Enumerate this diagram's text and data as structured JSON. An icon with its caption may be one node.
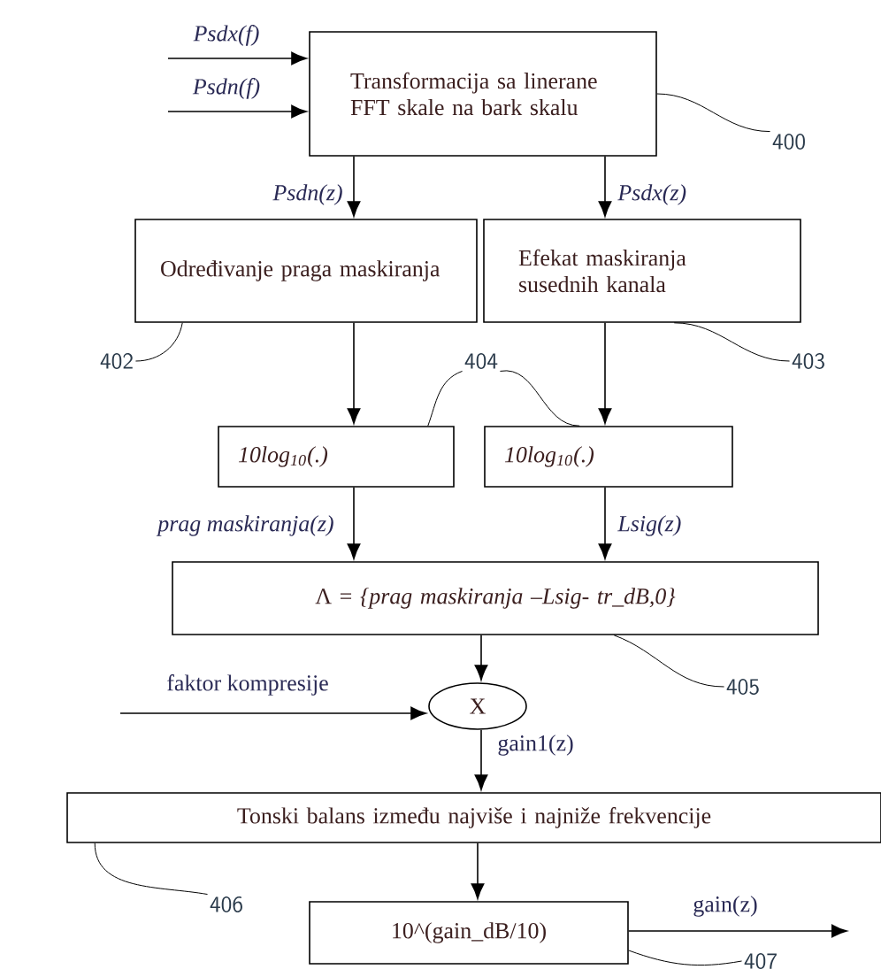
{
  "diagram": {
    "nodes": [
      {
        "text": [
          "Transformacija sa linerane FFT skale na bark skalu"
        ]
      },
      {
        "text": [
          "Određivanje praga maskiranja"
        ]
      },
      {
        "text": [
          "Efekat maskiranja susednih kanala"
        ]
      },
      {
        "text": [
          "10log$_{10}$(.)"
        ]
      },
      {
        "text": [
          "10log$_{10}$(.)"
        ]
      },
      {
        "text": [
          "Λ = *{prag maskiranja –Lsig- tr_dB,0}*"
        ]
      },
      {
        "text": [
          "X"
        ]
      },
      {
        "text": [
          "Tonski balans između najviše i najniže frekvencije"
        ]
      },
      {
        "text": [
          "10^(gain_dB/10)"
        ]
      },
      {
        "text": [
          "400"
        ]
      },
      {
        "text": [
          "402"
        ]
      },
      {
        "text": [
          "403"
        ]
      },
      {
        "text": [
          "404"
        ]
      },
      {
        "text": [
          "405"
        ]
      },
      {
        "text": [
          "406"
        ]
      },
      {
        "text": [
          "407"
        ]
      }
    ],
    "edges": [
      {
        "from": null,
        "to": 0,
        "arrow": "to",
        "label": "Psdx(f)"
      },
      {
        "from": null,
        "to": 0,
        "arrow": "to",
        "label": "Psdn(f)"
      },
      {
        "from": 0,
        "to": 1,
        "arrow": "to",
        "label": "Psdn(z)"
      },
      {
        "from": 0,
        "to": 2,
        "arrow": "to",
        "label": "Psdx(z)"
      },
      {
        "from": 1,
        "to": 3,
        "arrow": "to"
      },
      {
        "from": 2,
        "to": 4,
        "arrow": "to"
      },
      {
        "from": 3,
        "to": 5,
        "arrow": "to",
        "label": "prag maskiranja(z)"
      },
      {
        "from": 4,
        "to": 5,
        "arrow": "to",
        "label": "Lsig(z)"
      },
      {
        "from": 5,
        "to": 6,
        "arrow": "to"
      },
      {
        "from": null,
        "to": 6,
        "arrow": "to",
        "label": "faktor kompresije"
      },
      {
        "from": 6,
        "to": 7,
        "arrow": "to",
        "label": "gain1(z)"
      },
      {
        "from": 7,
        "to": 8,
        "arrow": "to"
      },
      {
        "from": 8,
        "to": null,
        "arrow": "to",
        "label": "gain(z)"
      },
      {
        "from": 9,
        "to": 0,
        "arrow": "none"
      },
      {
        "from": 10,
        "to": 1,
        "arrow": "none"
      },
      {
        "from": 11,
        "to": 2,
        "arrow": "none"
      },
      {
        "from": 12,
        "to": 3,
        "arrow": "none"
      },
      {
        "from": 12,
        "to": 4,
        "arrow": "none"
      },
      {
        "from": 13,
        "to": 5,
        "arrow": "none"
      },
      {
        "from": 14,
        "to": 7,
        "arrow": "none"
      },
      {
        "from": 15,
        "to": 8,
        "arrow": "none"
      }
    ]
  }
}
